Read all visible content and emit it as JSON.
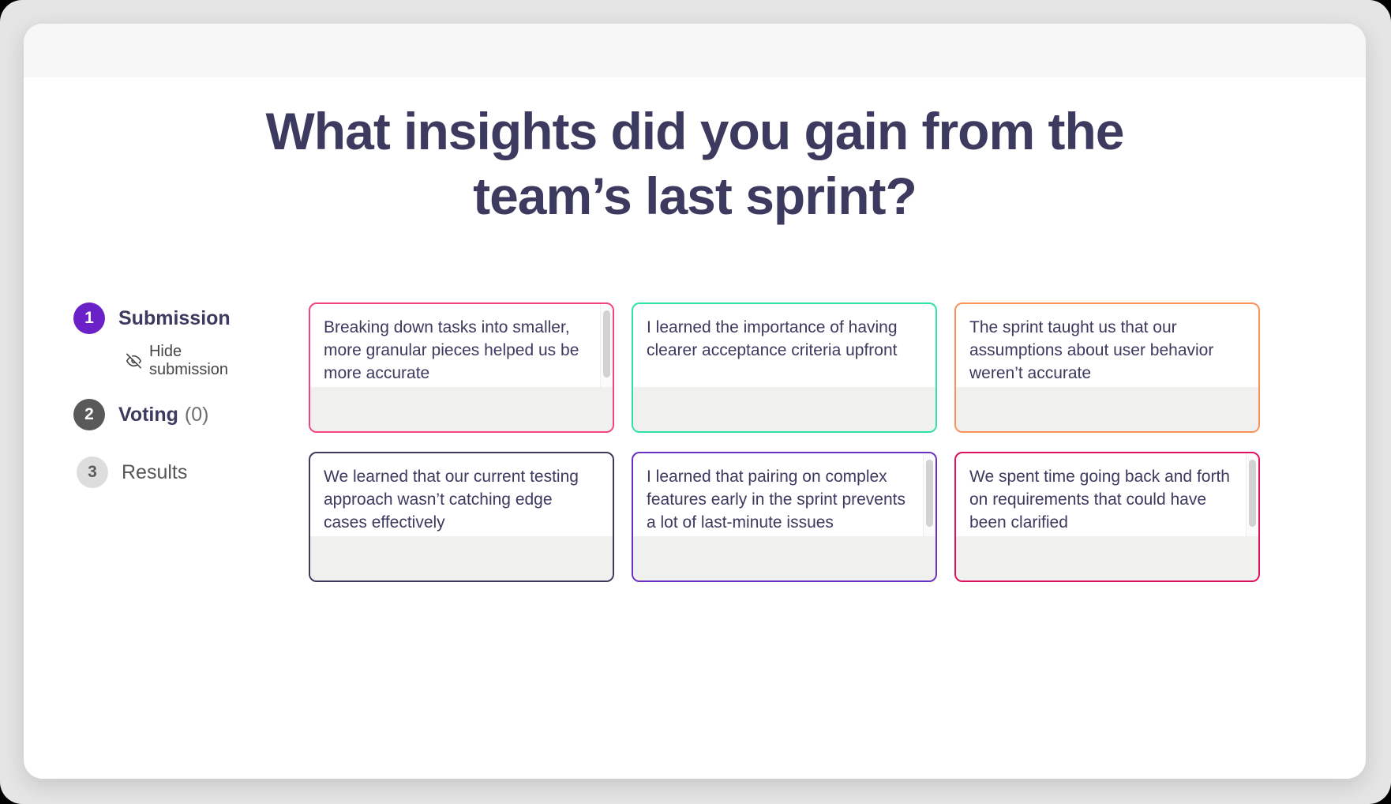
{
  "question": {
    "title": "What insights did you gain from the team’s last sprint?"
  },
  "steps": [
    {
      "number": "1",
      "label": "Submission",
      "state": "active",
      "circle_color": "#6B21C8"
    },
    {
      "number": "2",
      "label": "Voting",
      "count": "(0)",
      "state": "current",
      "circle_color": "#595959"
    },
    {
      "number": "3",
      "label": "Results",
      "state": "upcoming",
      "circle_color": "#DDDDDD"
    }
  ],
  "hide_submission": {
    "label": "Hide submission",
    "icon": "eye-off-icon"
  },
  "cards": [
    {
      "text": "Breaking down tasks into smaller, more granular pieces helped us be more accurate",
      "border_color": "#F4447E",
      "has_scrollbar": true
    },
    {
      "text": "I learned the importance of having clearer acceptance criteria upfront",
      "border_color": "#2EE3A7",
      "has_scrollbar": false
    },
    {
      "text": "The sprint taught us that our assumptions about user behavior weren’t accurate",
      "border_color": "#F9915B",
      "has_scrollbar": false
    },
    {
      "text": "We learned that our current testing approach wasn’t catching edge cases effectively",
      "border_color": "#3C3A5E",
      "has_scrollbar": false
    },
    {
      "text": "I learned that pairing on complex features early in the sprint prevents a lot of last-minute issues",
      "border_color": "#6A2FC7",
      "has_scrollbar": true
    },
    {
      "text": "We spent time going back and forth on requirements that could have been clarified",
      "border_color": "#E00F60",
      "has_scrollbar": true
    }
  ],
  "colors": {
    "background": "#E6E5E5",
    "window": "#FFFFFF",
    "header_strip": "#F7F7F7",
    "text_navy": "#3C3A5E",
    "footer_strip": "#F0F0EF"
  }
}
